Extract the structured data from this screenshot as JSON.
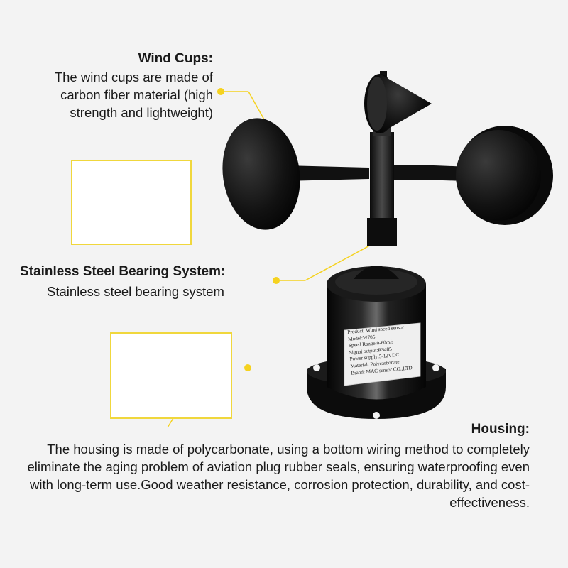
{
  "wind_cups": {
    "title": "Wind Cups:",
    "description": "The wind cups are made of carbon fiber material (high strength and lightweight)"
  },
  "bearing": {
    "title": "Stainless Steel Bearing System:",
    "description": "Stainless steel bearing system"
  },
  "housing": {
    "title": "Housing:",
    "description": "The housing is made of polycarbonate, using a bottom wiring method to completely eliminate the aging problem of aviation plug rubber seals, ensuring waterproofing even with long-term use.Good weather resistance, corrosion protection, durability, and cost-effectiveness."
  },
  "sensor_label": {
    "lines": [
      "Product: Wind speed sensor",
      "Model:W705",
      "Speed Range:0-60m/s",
      "Signal output:RS485",
      "Power supply:5-12VDC",
      "Material: Polycarbonate",
      "Brand: MAC sensor CO.,LTD"
    ]
  },
  "colors": {
    "accent": "#f5d21f",
    "text": "#1a1a1a",
    "product": "#0b0b0b"
  }
}
